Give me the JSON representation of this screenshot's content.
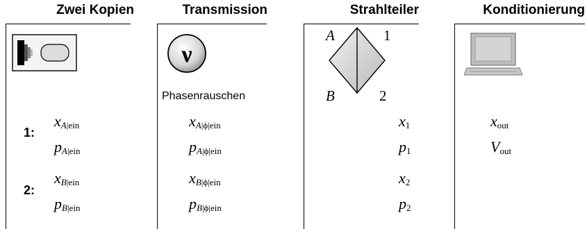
{
  "columns": [
    {
      "title": "Zwei Kopien"
    },
    {
      "title": "Transmission",
      "caption": "Phasenrauschen",
      "icon": "phase-noise-nu-icon",
      "icon_glyph": "ν"
    },
    {
      "title": "Strahlteiler",
      "ports": {
        "a": "A",
        "b": "B",
        "one": "1",
        "two": "2"
      }
    },
    {
      "title": "Konditionierung",
      "icon": "computer-icon"
    }
  ],
  "row_labels": {
    "one": "1:",
    "two": "2:"
  },
  "col1": {
    "x1": {
      "var": "x",
      "sub_it": "A",
      "sub_up": "|ein"
    },
    "p1": {
      "var": "p",
      "sub_it": "A",
      "sub_up": "|ein"
    },
    "x2": {
      "var": "x",
      "sub_it": "B",
      "sub_up": "|ein"
    },
    "p2": {
      "var": "p",
      "sub_it": "B",
      "sub_up": "|ein"
    }
  },
  "col2": {
    "x1": {
      "var": "x",
      "sub_it": "A",
      "sub_up": "|ϕ|ein"
    },
    "p1": {
      "var": "p",
      "sub_it": "A",
      "sub_up": "|ϕ|ein"
    },
    "x2": {
      "var": "x",
      "sub_it": "B",
      "sub_up": "|ϕ|ein"
    },
    "p2": {
      "var": "p",
      "sub_it": "B",
      "sub_up": "|ϕ|ein"
    }
  },
  "col3": {
    "x1": {
      "var": "x",
      "sub": "1"
    },
    "p1": {
      "var": "p",
      "sub": "1"
    },
    "x2": {
      "var": "x",
      "sub": "2"
    },
    "p2": {
      "var": "p",
      "sub": "2"
    }
  },
  "col4": {
    "xout": {
      "var": "x",
      "sub": "out"
    },
    "vout": {
      "var": "V",
      "sub": "out"
    }
  }
}
